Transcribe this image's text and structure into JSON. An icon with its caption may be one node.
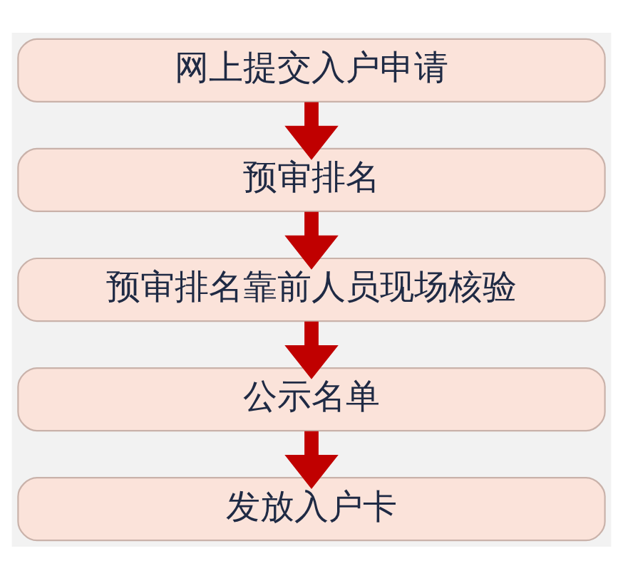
{
  "diagram": {
    "nodes": [
      {
        "text": [
          "网上提交入户申请"
        ]
      },
      {
        "text": [
          "预审排名"
        ]
      },
      {
        "text": [
          "预审排名靠前人员现场核验"
        ]
      },
      {
        "text": [
          "公示名单"
        ]
      },
      {
        "text": [
          "发放入户卡"
        ]
      }
    ],
    "edges": [
      {
        "from": 0,
        "to": 1,
        "arrow": "to"
      },
      {
        "from": 1,
        "to": 2,
        "arrow": "to"
      },
      {
        "from": 2,
        "to": 3,
        "arrow": "to"
      },
      {
        "from": 3,
        "to": 4,
        "arrow": "to"
      }
    ]
  }
}
